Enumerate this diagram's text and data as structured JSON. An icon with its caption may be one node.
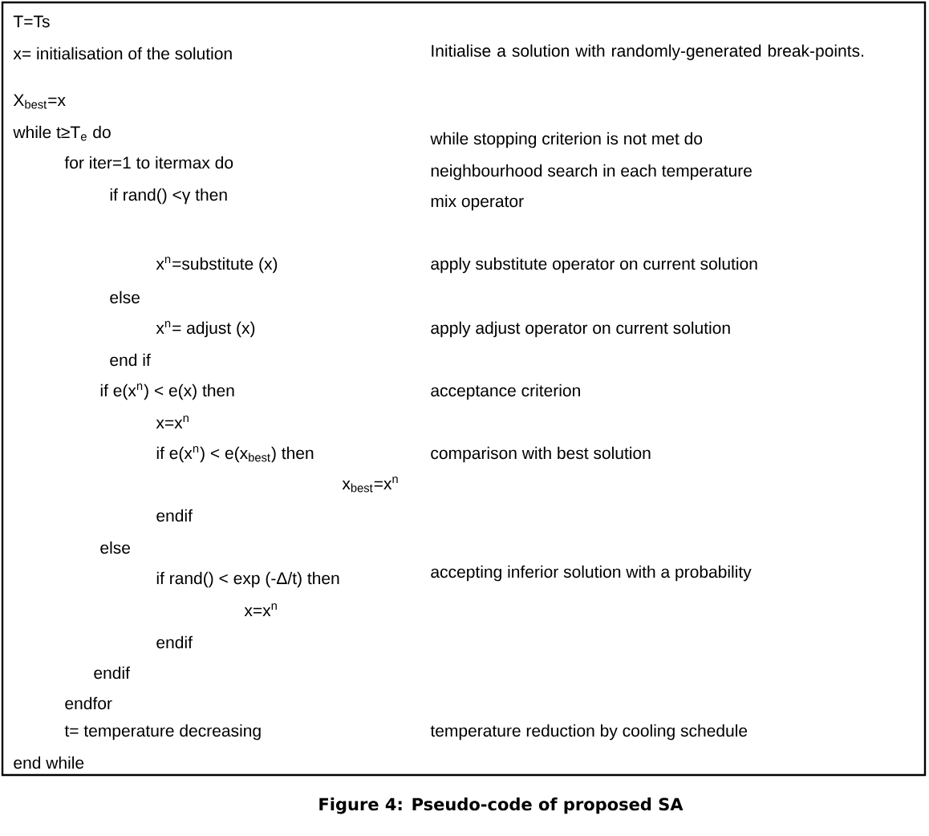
{
  "diagram": {
    "caption": "Figure 4: Pseudo-code of proposed SA",
    "labels": [
      "T=Ts",
      "x= initialisation of the solution",
      "Initialise a solution with randomly-generated break-points.",
      "X$_{best}$=x",
      "while t≥T$_{e}$ do",
      "while stopping criterion is not met do",
      "for iter=1 to itermax do",
      "neighbourhood search in each temperature",
      "if rand() <γ then",
      "mix operator",
      "x$^{n}$=substitute (x)",
      "apply substitute operator on current solution",
      "else",
      "x$^{n}$= adjust (x)",
      "apply adjust operator on current solution",
      "end if",
      "if e(x$^{n}$) < e(x) then",
      "acceptance criterion",
      "x=x$^{n}$",
      "if e(x$^{n}$) < e(x$_{best}$) then",
      "comparison with best solution",
      "x$_{best}$=x$^{n}$",
      "endif",
      "else",
      "if rand() < exp (-Δ/t) then",
      "accepting inferior solution with a probability",
      "x=x$^{n}$",
      "endif",
      "endif",
      "endfor",
      "t= temperature decreasing",
      "temperature reduction by cooling schedule",
      "end while"
    ]
  }
}
